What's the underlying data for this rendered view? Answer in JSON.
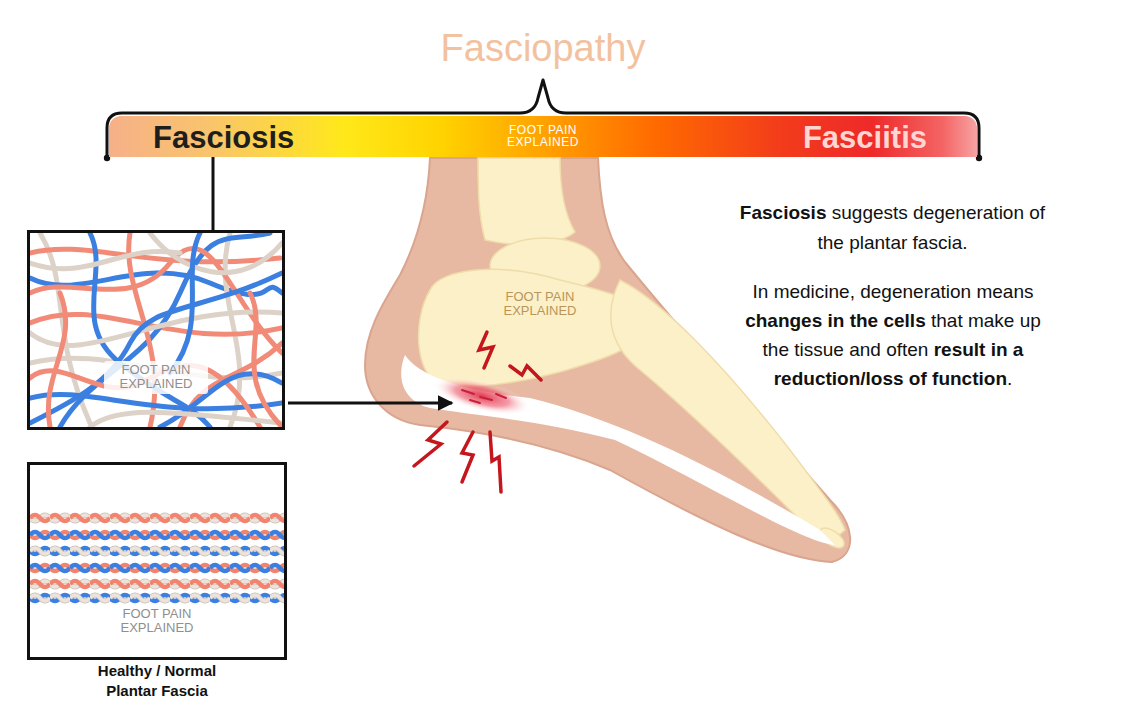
{
  "diagram": {
    "title": "Fasciopathy",
    "nodes": [
      {
        "text": [
          "Fasciosis",
          "FOOT PAIN EXPLAINED",
          "Fasciitis"
        ]
      },
      {
        "text": [
          "FOOT PAIN EXPLAINED"
        ]
      },
      {
        "text": [
          "FOOT PAIN EXPLAINED",
          "Healthy / Normal Plantar Fascia"
        ]
      }
    ],
    "edges": [
      {
        "from": 0,
        "to": 1,
        "arrow": "none"
      }
    ],
    "labels": [
      "Fasciosis",
      "suggests degeneration of the plantar fascia.",
      "In medicine, degeneration means",
      "changes in the cells",
      "that make up the tissue and often",
      "result in a reduction/loss of function",
      ".",
      "FOOT PAIN EXPLAINED"
    ]
  }
}
